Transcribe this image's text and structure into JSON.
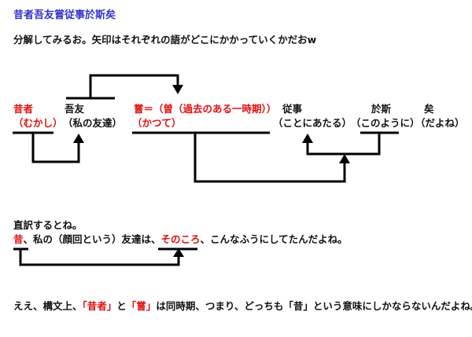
{
  "title": "昔者吾友嘗従事於斯矣",
  "intro": "分解してみるお。矢印はそれぞれの語がどこにかかっていくかだおw",
  "words": [
    {
      "word": "昔者",
      "gloss": "（むかし）",
      "color": "#e01010"
    },
    {
      "word": "吾友",
      "gloss": "（私の友達）",
      "color": "#111111"
    },
    {
      "word": "嘗＝（曽（過去のある一時期））",
      "gloss": "（かつて）",
      "color": "#e01010"
    },
    {
      "word": "従事",
      "gloss": "（ことにあたる）",
      "color": "#111111"
    },
    {
      "word": "於斯",
      "gloss": "（このように）",
      "color": "#111111"
    },
    {
      "word": "矣",
      "gloss": "（だよね）",
      "color": "#111111"
    }
  ],
  "translation": {
    "heading": "直訳するとね。",
    "parts": [
      {
        "text": "昔",
        "red": true
      },
      {
        "text": "、私の（顔回という）友達は、",
        "red": false
      },
      {
        "text": "そのころ",
        "red": true
      },
      {
        "text": "、こんなふうにしてたんだよね。",
        "red": false
      }
    ]
  },
  "conclusion": {
    "parts": [
      {
        "text": "ええ、構文上、",
        "red": false
      },
      {
        "text": "「昔者」",
        "red": true
      },
      {
        "text": "と",
        "red": false
      },
      {
        "text": "「嘗」",
        "red": true
      },
      {
        "text": "は同時期、つまり、どっちも「昔」という意味にしかならないんだよね。",
        "red": false
      }
    ]
  },
  "colors": {
    "title": "#3333cc",
    "accent_red": "#e01010",
    "text": "#111111"
  }
}
